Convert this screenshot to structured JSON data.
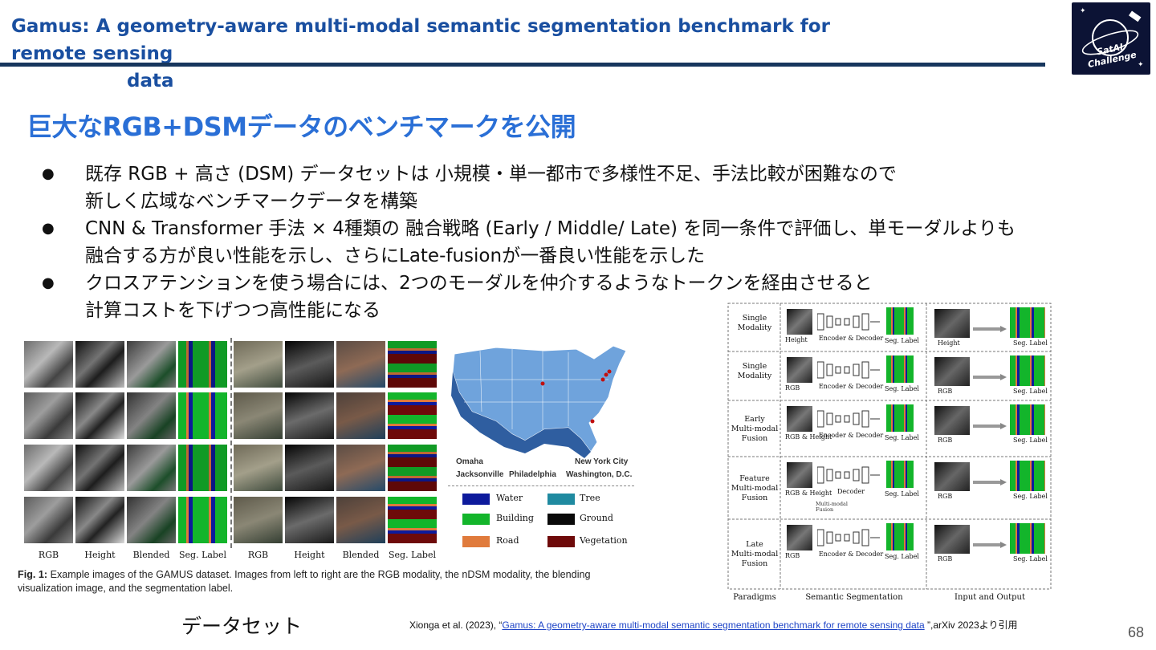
{
  "header": {
    "title_line1": "Gamus: A geometry-aware multi-modal semantic segmentation benchmark for remote sensing",
    "title_line2": "data",
    "logo_text": "SatAI Challenge"
  },
  "slide": {
    "heading": "巨大なRGB+DSMデータのベンチマークを公開",
    "bullets": [
      [
        "既存 RGB + 高さ (DSM) データセットは 小規模・単一都市で多様性不足、手法比較が困難なので",
        "新しく広域なベンチマークデータを構築"
      ],
      [
        "CNN & Transformer 手法  ×  4種類の 融合戦略 (Early / Middle/ Late) を同一条件で評価し、単モーダルよりも",
        "融合する方が良い性能を示し、さらにLate-fusionが一番良い性能を示した"
      ],
      [
        "クロスアテンションを使う場合には、2つのモーダルを仲介するようなトークンを経由させると",
        "計算コストを下げつつ高性能になる"
      ]
    ]
  },
  "figure_left": {
    "column_labels": [
      "RGB",
      "Height",
      "Blended",
      "Seg. Label",
      "RGB",
      "Height",
      "Blended",
      "Seg. Label"
    ],
    "map_cities": {
      "omaha": "Omaha",
      "jacksonville": "Jacksonville",
      "philadelphia": "Philadelphia",
      "nyc": "New York City",
      "dc": "Washington, D.C."
    },
    "legend": [
      {
        "label": "Water",
        "color": "#0d1a9c"
      },
      {
        "label": "Tree",
        "color": "#1f8aa0"
      },
      {
        "label": "Building",
        "color": "#13b52b"
      },
      {
        "label": "Ground",
        "color": "#0a0a0a"
      },
      {
        "label": "Road",
        "color": "#e07b3c"
      },
      {
        "label": "Vegetation",
        "color": "#6e0a0a"
      }
    ],
    "caption_bold": "Fig. 1:",
    "caption_text": " Example images of the GAMUS dataset. Images from left to right are the RGB modality, the nDSM modality, the blending visualization image, and the segmentation label.",
    "label": "データセット"
  },
  "figure_right": {
    "rows": [
      {
        "name": "Single\nModality",
        "input": "Height",
        "mid": "Encoder & Decoder",
        "out": "Seg. Label",
        "io_in": "Height",
        "io_out": "Seg. Label"
      },
      {
        "name": "Single\nModality",
        "input": "RGB",
        "mid": "Encoder & Decoder",
        "out": "Seg. Label",
        "io_in": "RGB",
        "io_out": "Seg. Label"
      },
      {
        "name": "Early\nMulti-modal\nFusion",
        "input": "RGB & Height",
        "mid": "Encoder & Decoder",
        "out": "Seg. Label",
        "io_in": "RGB",
        "io_out": "Seg. Label"
      },
      {
        "name": "Feature\nMulti-modal\nFusion",
        "input": "RGB & Height",
        "mid": "Decoder",
        "out": "Seg. Label",
        "io_in": "RGB",
        "io_out": "Seg. Label"
      },
      {
        "name": "Late\nMulti-modal\nFusion",
        "input": "RGB",
        "mid": "Encoder & Decoder",
        "out": "Seg. Label",
        "io_in": "RGB",
        "io_out": "Seg. Label"
      }
    ],
    "fusion_note": "Multi-modal\nFusion",
    "footer": [
      "Paradigms",
      "Semantic Segmentation",
      "Input and Output"
    ]
  },
  "citation": {
    "prefix": "Xionga et al. (2023), “",
    "link": "Gamus: A geometry-aware multi-modal semantic segmentation benchmark for remote sensing data",
    "suffix": " ”,arXiv 2023より引用"
  },
  "page_number": "68"
}
